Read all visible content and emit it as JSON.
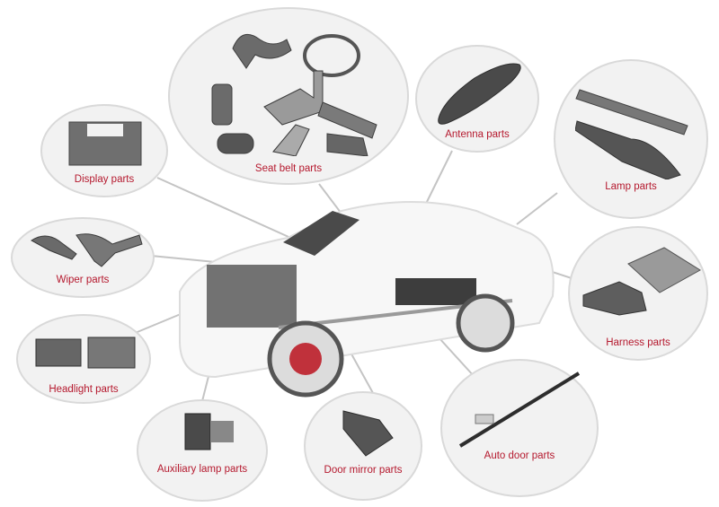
{
  "diagram": {
    "title_hidden": "",
    "label_color": "#b5192e",
    "bubble_fill": "#f2f2f2",
    "bubble_border": "#d9d9d9",
    "line_color": "#c4c4c4",
    "center": "car-cutaway"
  },
  "parts": [
    {
      "id": "seat-belt",
      "label": "Seat belt parts"
    },
    {
      "id": "antenna",
      "label": "Antenna parts"
    },
    {
      "id": "lamp",
      "label": "Lamp parts"
    },
    {
      "id": "display",
      "label": "Display parts"
    },
    {
      "id": "wiper",
      "label": "Wiper parts"
    },
    {
      "id": "harness",
      "label": "Harness parts"
    },
    {
      "id": "headlight",
      "label": "Headlight parts"
    },
    {
      "id": "auxiliary-lamp",
      "label": "Auxiliary lamp parts"
    },
    {
      "id": "door-mirror",
      "label": "Door mirror parts"
    },
    {
      "id": "auto-door",
      "label": "Auto door parts"
    }
  ]
}
